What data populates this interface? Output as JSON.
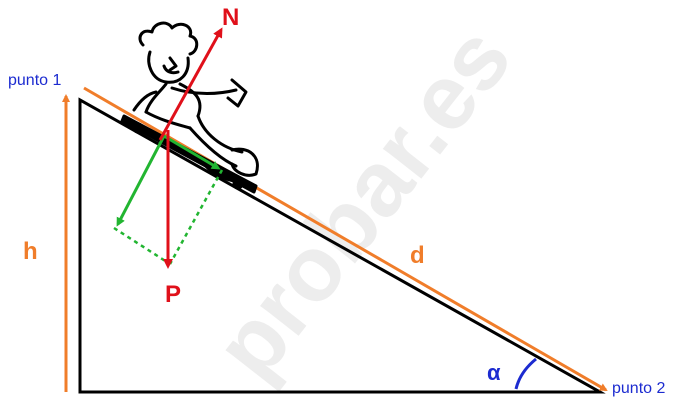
{
  "labels": {
    "normal_force": "N",
    "weight": "P",
    "height": "h",
    "distance": "d",
    "angle": "α",
    "point_start": "punto 1",
    "point_end": "punto 2"
  },
  "watermark": "probar.es",
  "colors": {
    "outline": "#000000",
    "orange": "#f07d2a",
    "red": "#e0101a",
    "green": "#22b531",
    "blue": "#1c2bd0",
    "watermark": "#ededed"
  },
  "icons": {
    "figure": "skateboarder-icon"
  }
}
